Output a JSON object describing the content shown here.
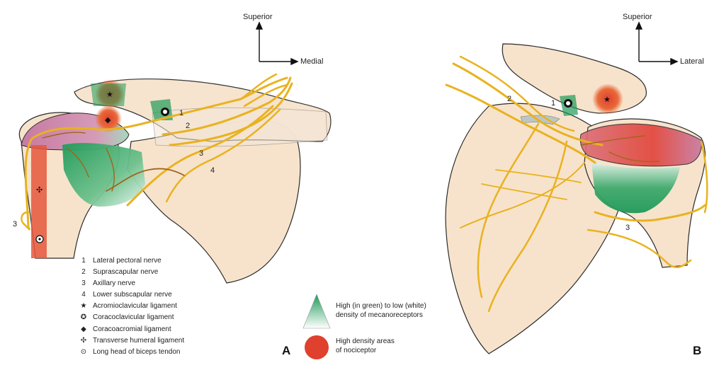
{
  "panel_a": {
    "orientation": {
      "vertical": "Superior",
      "horizontal": "Medial"
    },
    "nerve_numbers": [
      "1",
      "2",
      "3",
      "4",
      "3"
    ],
    "letter": "A"
  },
  "panel_b": {
    "orientation": {
      "vertical": "Superior",
      "horizontal": "Lateral"
    },
    "nerve_numbers": [
      "2",
      "1",
      "3"
    ],
    "letter": "B"
  },
  "legend": {
    "items": [
      {
        "key": "1",
        "label": "Lateral pectoral nerve"
      },
      {
        "key": "2",
        "label": "Suprascapular nerve"
      },
      {
        "key": "3",
        "label": "Axillary nerve"
      },
      {
        "key": "4",
        "label": "Lower subscapular nerve"
      },
      {
        "key": "★",
        "label": "Acromioclavicular ligament"
      },
      {
        "key": "✪",
        "label": "Coracoclavicular ligament"
      },
      {
        "key": "◆",
        "label": "Coracoacromial ligament"
      },
      {
        "key": "✣",
        "label": "Transverse humeral ligament"
      },
      {
        "key": "⊙",
        "label": "Long head of biceps tendon"
      }
    ]
  },
  "density_legend": {
    "mechanoreceptor_line1": "High (in green) to low (white)",
    "mechanoreceptor_line2": "density of mecanoreceptors",
    "nociceptor_line1": "High density areas",
    "nociceptor_line2": "of nociceptor"
  },
  "colors": {
    "bone": "#f7e3cc",
    "bone_stroke": "#2b2b2b",
    "nerve": "#e9b21f",
    "nerve_dark": "#a87a10",
    "branch_brown": "#a0651c",
    "mechanoreceptor_green": "#1e9a58",
    "nociceptor_red": "#e0402e",
    "bursa_purple": "#c77aa3",
    "tendon_red": "#e5573c"
  }
}
